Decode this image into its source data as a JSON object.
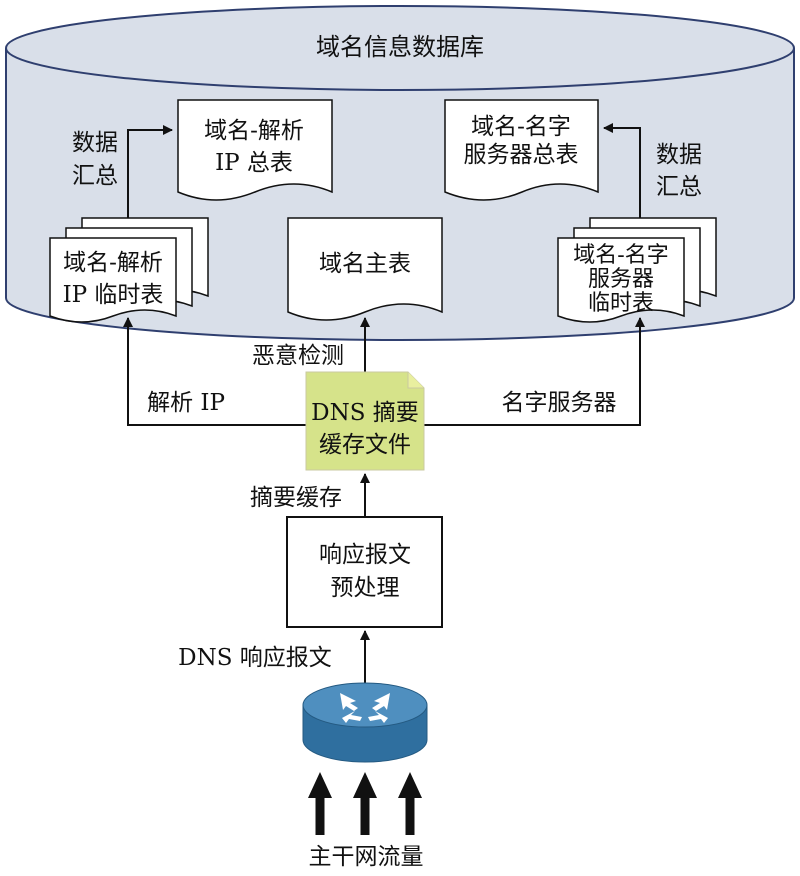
{
  "colors": {
    "database_fill": "#d9dfe9",
    "database_stroke": "#2f3f6f",
    "note_fill": "#d6e38a",
    "line": "#111111",
    "router_body": "#2f6f9f",
    "router_top": "#4f8fbf"
  },
  "database": {
    "title": "域名信息数据库"
  },
  "docs": {
    "resolve_ip_total": {
      "line1": "域名-解析",
      "line2": "IP 总表"
    },
    "ns_total": {
      "line1": "域名-名字",
      "line2": "服务器总表"
    },
    "main_table": {
      "line1": "域名主表"
    },
    "resolve_ip_temp": {
      "line1": "域名-解析",
      "line2": "IP 临时表"
    },
    "ns_temp": {
      "line1": "域名-名字",
      "line2": "服务器",
      "line3": "临时表"
    }
  },
  "labels": {
    "data_summary_left": {
      "line1": "数据",
      "line2": "汇总"
    },
    "data_summary_right": {
      "line1": "数据",
      "line2": "汇总"
    },
    "malicious_detection": "恶意检测",
    "resolve_ip": "解析 IP",
    "name_server": "名字服务器",
    "summary_cache": "摘要缓存",
    "dns_response": "DNS 响应报文",
    "backbone_traffic": "主干网流量"
  },
  "cache_file": {
    "line1": "DNS 摘要",
    "line2": "缓存文件"
  },
  "preprocess": {
    "line1": "响应报文",
    "line2": "预处理"
  },
  "icons": {
    "router": "router-icon"
  }
}
